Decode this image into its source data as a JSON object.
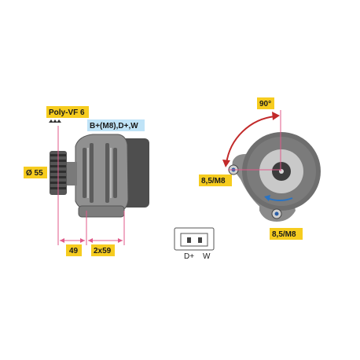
{
  "labels": {
    "belt": "Poly-VF 6",
    "terminals": "B+(M8),D+,W",
    "diameter": "Ø 55",
    "dim_49": "49",
    "dim_2x59": "2x59",
    "angle": "90°",
    "mount_left": "8,5/M8",
    "mount_bottom": "8,5/M8",
    "plug_d_plus": "D+",
    "plug_w": "W"
  },
  "colors": {
    "label_yellow": "#f6cc1f",
    "label_blue": "#bfe3f7",
    "body_gray": "#8e8e8e",
    "dark_gray": "#4a4a4a",
    "arrow_red": "#c22a2a",
    "rotation_blue": "#2a73c2",
    "pink_line": "#e05a8a"
  }
}
